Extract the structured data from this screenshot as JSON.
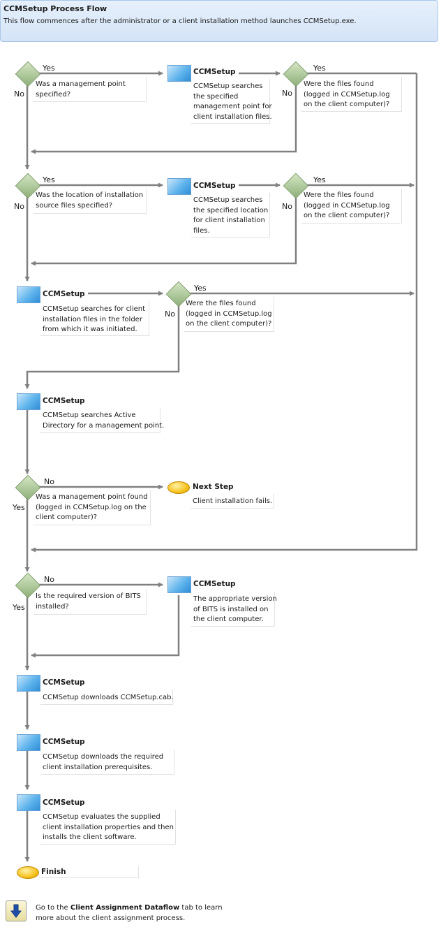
{
  "header": {
    "title": "CCMSetup Process Flow",
    "subtitle": "This flow commences after the administrator or a client installation method launches CCMSetup.exe."
  },
  "labels": {
    "yes": "Yes",
    "no": "No",
    "ccmsetup": "CCMSetup",
    "next_step": "Next Step",
    "finish": "Finish"
  },
  "decisions": {
    "mp_specified": [
      "Was a management point",
      "specified?"
    ],
    "files_found_mp": [
      "Were the files found",
      "(logged in CCMSetup.log",
      "on the client computer)?"
    ],
    "source_specified": [
      "Was the location of installation",
      "source files specified?"
    ],
    "files_found_source": [
      "Were the files found",
      "(logged in CCMSetup.log",
      "on the client computer)?"
    ],
    "files_found_folder": [
      "Were the files found",
      "(logged in CCMSetup.log",
      "on the client computer)?"
    ],
    "mp_found": [
      "Was a management point found",
      "(logged in CCMSetup.log on the",
      "client computer)?"
    ],
    "bits_installed": [
      "Is the required version of BITS",
      "installed?"
    ]
  },
  "processes": {
    "search_mp": [
      "CCMSetup searches",
      "the specified",
      "management point for",
      "client installation files."
    ],
    "search_source": [
      "CCMSetup searches",
      "the specified location",
      "for client installation",
      "files."
    ],
    "search_folder": [
      "CCMSetup searches for client",
      "installation files in the folder",
      "from which it was initiated."
    ],
    "search_ad": [
      "CCMSetup searches Active",
      "Directory for a management point."
    ],
    "bits": [
      "The appropriate version",
      "of BITS is installed on",
      "the client computer."
    ],
    "download_cab": [
      "CCMSetup downloads CCMSetup.cab."
    ],
    "download_prereq": [
      "CCMSetup downloads the required",
      "client installation prerequisites."
    ],
    "install": [
      "CCMSetup evaluates the supplied",
      "client installation properties and then",
      "installs the client software."
    ]
  },
  "failure": [
    "Client installation fails."
  ],
  "footer": {
    "before": "Go to the ",
    "link": "Client Assignment Dataflow",
    "after": " tab to learn",
    "line2": "more about the client assignment process.",
    "icon": "down-arrow-icon"
  }
}
